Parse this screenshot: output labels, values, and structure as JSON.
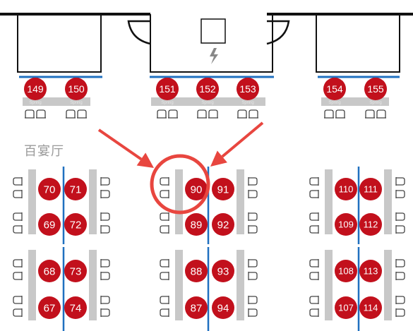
{
  "hall": {
    "label": "百宴厅"
  },
  "colors": {
    "booth": "#c2101c",
    "booth_number": "#ffffff",
    "table": "#c8c8c8",
    "aisle_line": "#2070c0",
    "wall": "#111111",
    "highlight": "#e8463f"
  },
  "icons": {
    "power": "power-bolt-icon",
    "chair": "chair-icon",
    "arrow": "pointer-arrow-icon"
  },
  "top_row": {
    "booths": [
      {
        "number": "149"
      },
      {
        "number": "150"
      },
      {
        "number": "151"
      },
      {
        "number": "152"
      },
      {
        "number": "153"
      },
      {
        "number": "154"
      },
      {
        "number": "155"
      }
    ],
    "table_caption": "Spring"
  },
  "floor_blocks": [
    {
      "name": "block-left",
      "pairs": [
        [
          "70",
          "71"
        ],
        [
          "69",
          "72"
        ],
        [
          "68",
          "73"
        ],
        [
          "67",
          "74"
        ]
      ]
    },
    {
      "name": "block-center",
      "pairs": [
        [
          "90",
          "91"
        ],
        [
          "89",
          "92"
        ],
        [
          "88",
          "93"
        ],
        [
          "87",
          "94"
        ]
      ]
    },
    {
      "name": "block-right",
      "pairs": [
        [
          "110",
          "111"
        ],
        [
          "109",
          "112"
        ],
        [
          "108",
          "113"
        ],
        [
          "107",
          "114"
        ]
      ]
    }
  ],
  "highlight": {
    "booth_number": "90"
  }
}
